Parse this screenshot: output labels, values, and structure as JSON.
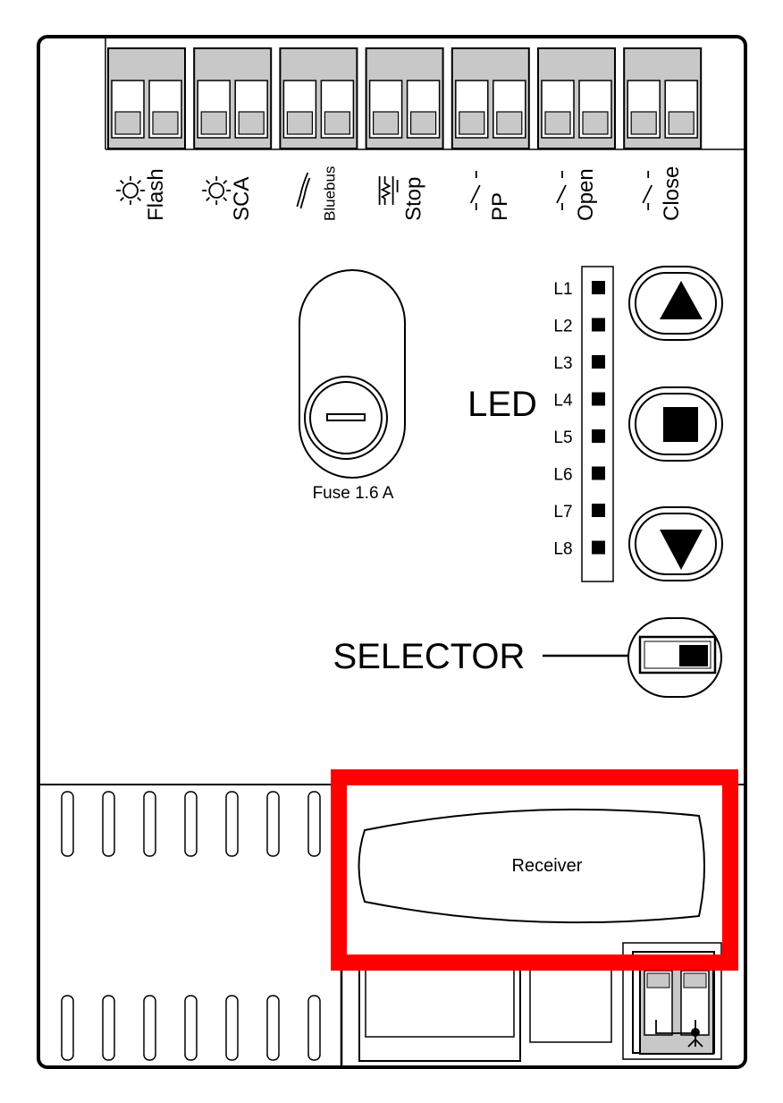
{
  "terminals": [
    {
      "label": "Flash",
      "icon": "lamp-icon"
    },
    {
      "label": "SCA",
      "icon": "lamp-icon"
    },
    {
      "label": "Bluebus",
      "icon": "bluebus-icon"
    },
    {
      "label": "Stop",
      "icon": "stop-contact-icon"
    },
    {
      "label": "PP",
      "icon": "switch-contact-icon"
    },
    {
      "label": "Open",
      "icon": "switch-contact-icon"
    },
    {
      "label": "Close",
      "icon": "switch-contact-icon"
    }
  ],
  "fuse": {
    "label": "Fuse 1.6 A"
  },
  "led": {
    "title": "LED",
    "items": [
      "L1",
      "L2",
      "L3",
      "L4",
      "L5",
      "L6",
      "L7",
      "L8"
    ]
  },
  "buttons": [
    {
      "name": "up-button",
      "icon": "triangle-up-icon"
    },
    {
      "name": "stop-button",
      "icon": "square-stop-icon"
    },
    {
      "name": "down-button",
      "icon": "triangle-down-icon"
    }
  ],
  "selector": {
    "label": "SELECTOR"
  },
  "receiver": {
    "label": "Receiver"
  },
  "colors": {
    "terminal_fill": "#c8c8c8",
    "highlight": "#ff0000",
    "line": "#000000"
  }
}
